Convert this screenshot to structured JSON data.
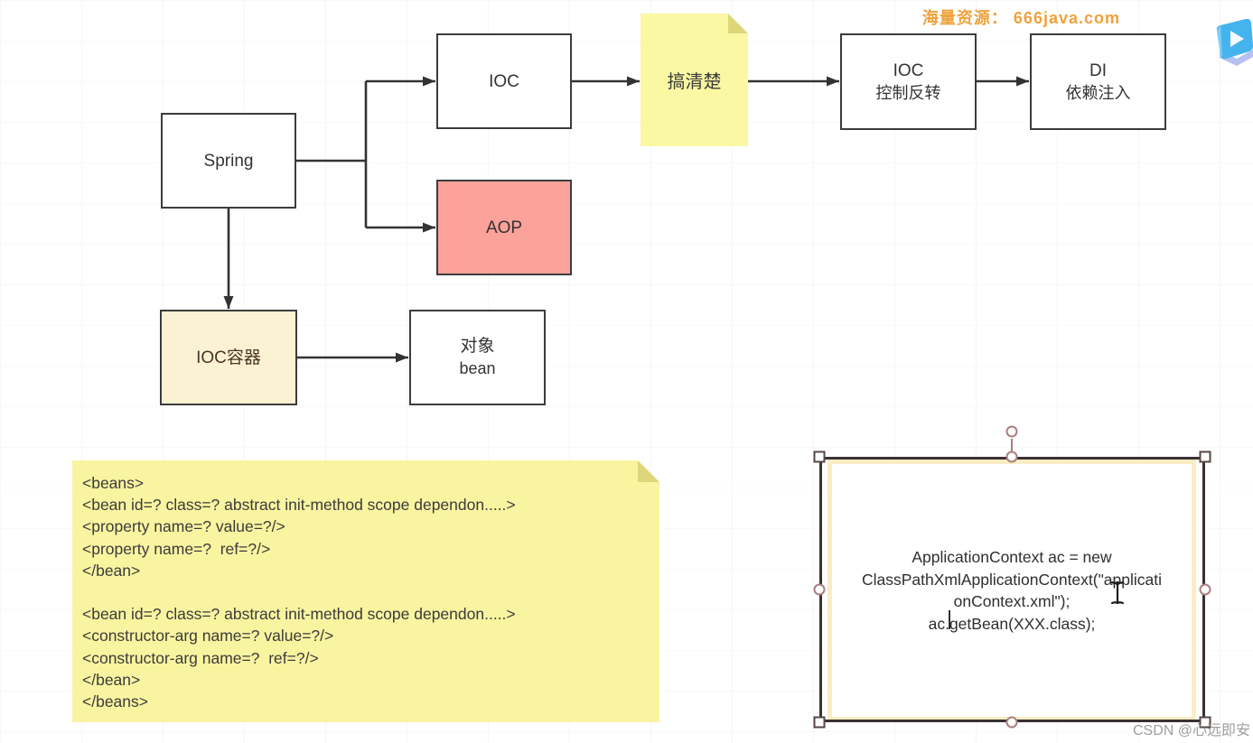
{
  "watermarks": {
    "top": "海量资源： 666java.com",
    "bottom": "CSDN @心远即安"
  },
  "diagram": {
    "spring": {
      "label": "Spring"
    },
    "ioc": {
      "label": "IOC"
    },
    "aop": {
      "label": "AOP"
    },
    "clarify_note": {
      "label": "搞清楚"
    },
    "ioc_full": {
      "line1": "IOC",
      "line2": "控制反转"
    },
    "di": {
      "line1": "DI",
      "line2": "依赖注入"
    },
    "ioc_container": {
      "label": "IOC容器"
    },
    "bean": {
      "line1": "对象",
      "line2": "bean"
    }
  },
  "xml_note": {
    "lines": [
      "<beans>",
      "<bean id=? class=? abstract init-method scope dependon.....>",
      "<property name=? value=?/>",
      "<property name=?  ref=?/>",
      "</bean>",
      "",
      "<bean id=? class=? abstract init-method scope dependon.....>",
      "<constructor-arg name=? value=?/>",
      "<constructor-arg name=?  ref=?/>",
      "</bean>",
      "</beans>"
    ]
  },
  "code_box": {
    "lines": [
      "ApplicationContext ac = new",
      "ClassPathXmlApplicationContext(\"applicati",
      "onContext.xml\");",
      "ac.getBean(XXX.class);"
    ]
  },
  "colors": {
    "box_border": "#3c3c3c",
    "arrow": "#333333",
    "aop_fill": "#fba29b",
    "sticky_small_fill": "#faf8a2",
    "sticky_big_fill": "#f9f4a0",
    "container_fill": "#fbf2d3",
    "container_text": "#4a3526",
    "code_box_border": "#faedc5",
    "selection_frame": "#3a3134",
    "handle_circle": "#ab7f7f",
    "watermark_top": "#f0a13a",
    "watermark_bottom": "#9e9e9e",
    "logo_blue": "#45b4ee",
    "logo_purple": "#b6c0f2"
  }
}
